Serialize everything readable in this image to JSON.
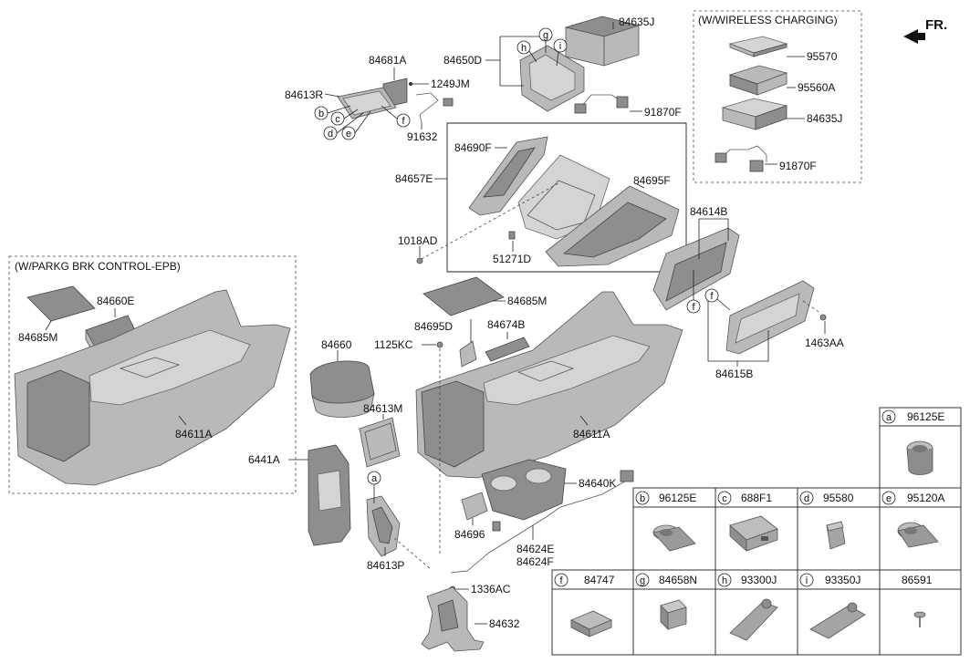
{
  "front_label": "FR.",
  "option_boxes": {
    "wireless_charging": "(W/WIRELESS CHARGING)",
    "epb": "(W/PARKG BRK CONTROL-EPB)"
  },
  "labels": {
    "p84635J_top": "84635J",
    "p84650D": "84650D",
    "p84681A": "84681A",
    "p1249JM": "1249JM",
    "p84613R": "84613R",
    "p91632": "91632",
    "p91870F_top": "91870F",
    "p84690F": "84690F",
    "p84657E": "84657E",
    "p84695F": "84695F",
    "p1018AD": "1018AD",
    "p51271D": "51271D",
    "p95570": "95570",
    "p95560A": "95560A",
    "p84635J_wc": "84635J",
    "p91870F_wc": "91870F",
    "p84614B": "84614B",
    "p1463AA": "1463AA",
    "p84615B": "84615B",
    "p84685M_epb": "84685M",
    "p84660E": "84660E",
    "p84611A_epb": "84611A",
    "p84685M": "84685M",
    "p84695D": "84695D",
    "p84674B": "84674B",
    "p84660": "84660",
    "p1125KC": "1125KC",
    "p84611A": "84611A",
    "p84613M": "84613M",
    "p6441A": "6441A",
    "p84640K": "84640K",
    "p84696": "84696",
    "p84624E": "84624E",
    "p84624F": "84624F",
    "p84613P": "84613P",
    "p1336AC": "1336AC",
    "p84632": "84632"
  },
  "callouts": {
    "b": "b",
    "c": "c",
    "d": "d",
    "e": "e",
    "f": "f",
    "g": "g",
    "h": "h",
    "i": "i",
    "a": "a"
  },
  "legend": [
    {
      "letter": "a",
      "part": "96125E"
    },
    {
      "letter": "b",
      "part": "96125E"
    },
    {
      "letter": "c",
      "part": "688F1"
    },
    {
      "letter": "d",
      "part": "95580"
    },
    {
      "letter": "e",
      "part": "95120A"
    },
    {
      "letter": "f",
      "part": "84747"
    },
    {
      "letter": "g",
      "part": "84658N"
    },
    {
      "letter": "h",
      "part": "93300J"
    },
    {
      "letter": "i",
      "part": "93350J"
    },
    {
      "letter": "",
      "part": "86591"
    }
  ],
  "colors": {
    "part_fill": "#b9b9b9",
    "line": "#222222"
  }
}
